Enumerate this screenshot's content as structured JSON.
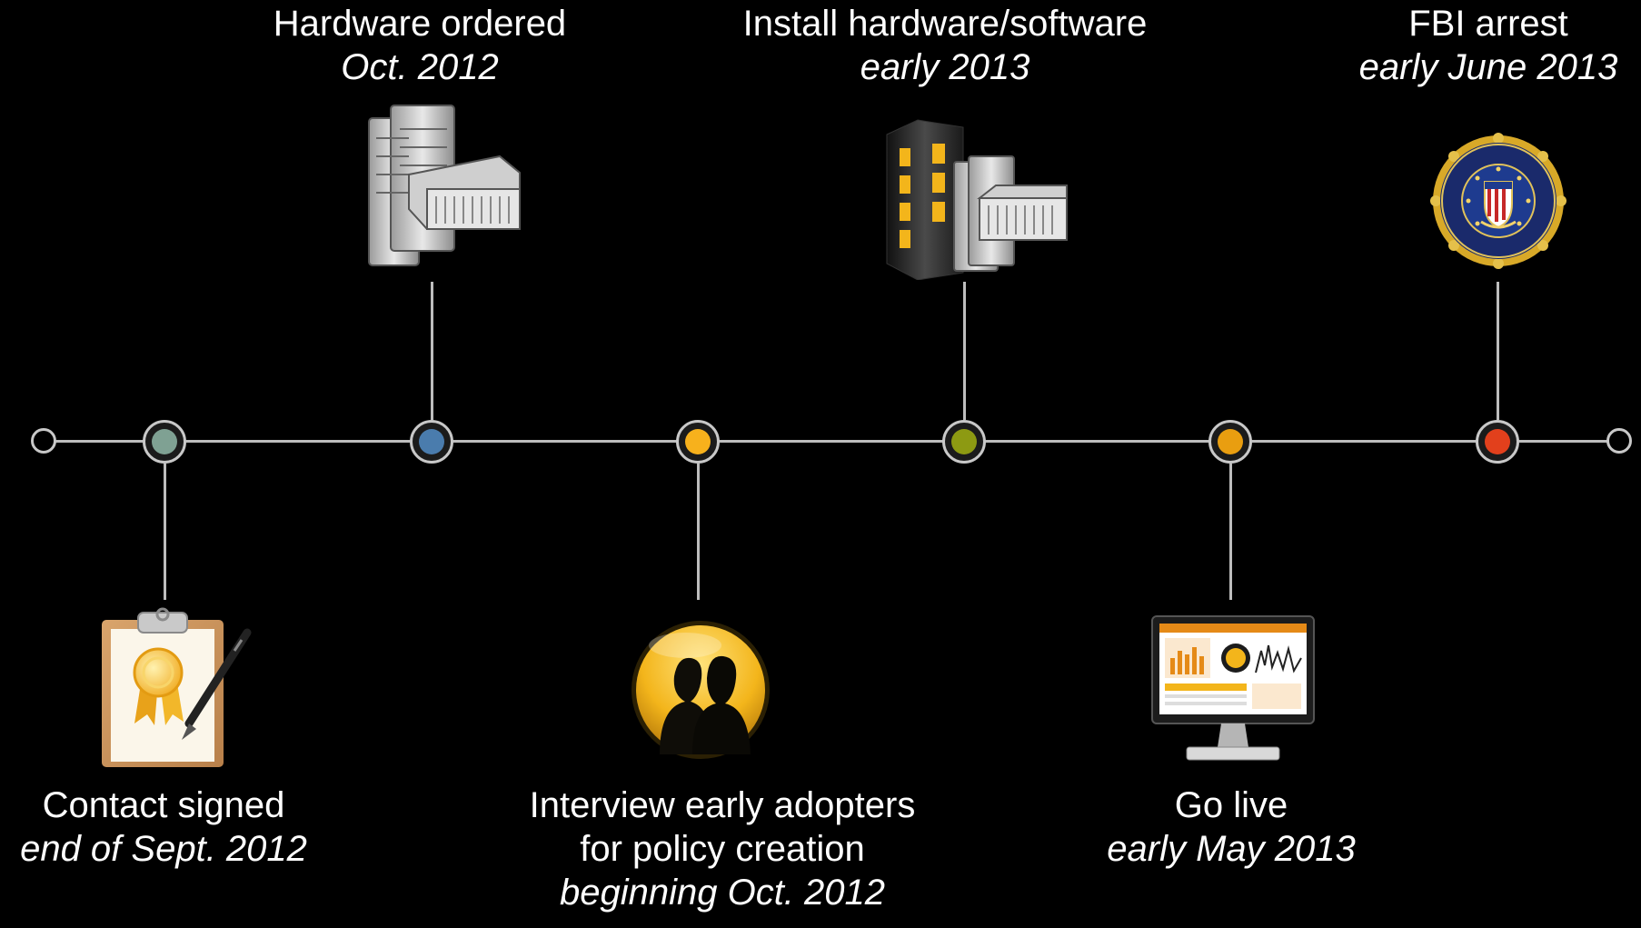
{
  "milestones": [
    {
      "title": "Contact signed",
      "date": "end of Sept. 2012",
      "color": "#7fa193"
    },
    {
      "title": "Hardware ordered",
      "date": "Oct. 2012",
      "color": "#4a7cad"
    },
    {
      "title": "Interview early adopters",
      "title2": "for policy creation",
      "date": "beginning Oct. 2012",
      "color": "#f7b11c"
    },
    {
      "title": "Install hardware/software",
      "date": "early 2013",
      "color": "#8d9a12"
    },
    {
      "title": "Go live",
      "date": "early May 2013",
      "color": "#e99e10"
    },
    {
      "title": "FBI arrest",
      "date": "early June 2013",
      "color": "#e2401c"
    }
  ],
  "icons": [
    "clipboard-certificate-icon",
    "server-hardware-icon",
    "people-silhouette-icon",
    "datacenter-icon",
    "monitor-dashboard-icon",
    "fbi-seal-icon"
  ],
  "line_color": "#bdbdbd"
}
